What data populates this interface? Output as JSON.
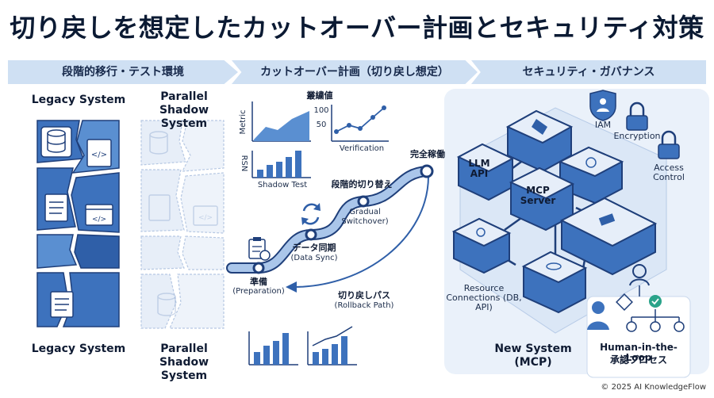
{
  "title": "切り戻しを想定したカットオーバー計画とセキュリティ対策",
  "banners": {
    "left": "段階的移行・テスト環境",
    "middle": "カットオーバー計画（切り戻し想定）",
    "right": "セキュリティ・ガバナンス"
  },
  "left_panel": {
    "legacy_top": "Legacy System",
    "parallel_top": "Parallel Shadow System",
    "legacy_bottom": "Legacy System",
    "parallel_bottom": "Parallel Shadow System"
  },
  "middle_panel": {
    "chart_title": "叢繍値",
    "metric_label": "Metric",
    "rsn_label": "RSN",
    "shadow_test": "Shadow Test",
    "verification": "Verification",
    "y_tick_100": "100",
    "y_tick_50": "50",
    "steps": {
      "prep_jp": "準備",
      "prep_en": "(Preparation)",
      "sync_jp": "データ同期",
      "sync_en": "(Data Sync)",
      "switch_jp": "段階的切り替え",
      "switch_en": "Gradual Switchover)",
      "complete_jp": "完全稼働",
      "rollback_jp": "切り戻しパス",
      "rollback_en": "(Rollback Path)"
    }
  },
  "right_panel": {
    "iam": "IAM",
    "encryption": "Encryption",
    "access_control": "Access Control",
    "llm_api": "LLM API",
    "mcp_server": "MCP Server",
    "resource": "Resource Connections (DB, API)",
    "new_system": "New System (MCP)",
    "hitl": "Human-in-the-Loop",
    "approval": "承認プロセス"
  },
  "footer": "© 2025 AI KnowledgeFlow"
}
